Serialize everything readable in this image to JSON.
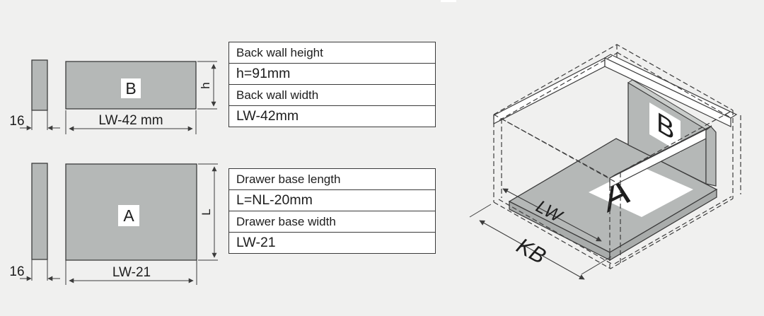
{
  "colors": {
    "background": "#f0f0ef",
    "panel_gray": "#b5b8b7",
    "panel_gray_dark": "#a9acab",
    "panel_gray_light": "#c9ccca",
    "line": "#3c3c3c",
    "table_border": "#3a3a3a",
    "white": "#ffffff"
  },
  "diagram_back_wall": {
    "thickness": "16",
    "part": "B",
    "width_dim": "LW-42 mm",
    "height_dim": "h"
  },
  "diagram_drawer_base": {
    "thickness": "16",
    "part": "A",
    "width_dim": "LW-21",
    "length_dim": "L"
  },
  "table_back_wall": {
    "rows": [
      "Back wall height",
      "h=91mm",
      "Back wall width",
      "LW-42mm"
    ]
  },
  "table_drawer_base": {
    "rows": [
      "Drawer base length",
      "L=NL-20mm",
      "Drawer base width",
      "LW-21"
    ]
  },
  "iso_view": {
    "part_a": "A",
    "part_b": "B",
    "inner_width_dim": "LW",
    "cabinet_width_dim": "KB"
  }
}
